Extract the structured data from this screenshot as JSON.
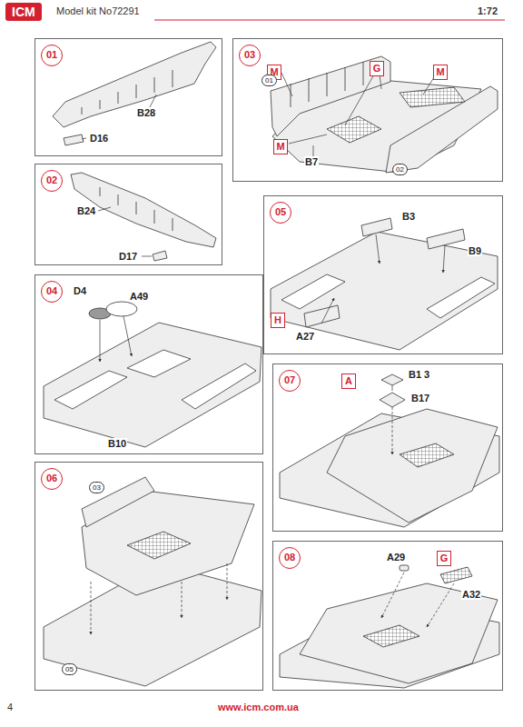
{
  "diagram": {
    "nodes": [
      {
        "text": [
          "01"
        ]
      },
      {
        "text": [
          "03"
        ]
      },
      {
        "text": [
          "M"
        ],
        "in": 1
      },
      {
        "text": [
          "G"
        ],
        "in": 1
      },
      {
        "text": [
          "M"
        ],
        "in": 1
      },
      {
        "text": [
          "M"
        ],
        "in": 1
      },
      {
        "text": [
          "02"
        ]
      },
      {
        "text": [
          "05"
        ]
      },
      {
        "text": [
          "H"
        ],
        "in": 7
      },
      {
        "text": [
          "04"
        ]
      },
      {
        "text": [
          "07"
        ]
      },
      {
        "text": [
          "A"
        ],
        "in": 10
      },
      {
        "text": [
          "06"
        ]
      },
      {
        "text": [
          "08"
        ]
      },
      {
        "text": [
          "G"
        ],
        "in": 13
      }
    ],
    "labels": [
      "ICM",
      "Model kit No72291",
      "1:72",
      "B28",
      "D16",
      "B24",
      "D17",
      "01",
      "B7",
      "02",
      "D4",
      "A49",
      "B10",
      "B3",
      "B9",
      "A27",
      "03",
      "05",
      "B1 3",
      "B17",
      "A29",
      "A32",
      "4",
      "www.icm.com.ua"
    ]
  }
}
